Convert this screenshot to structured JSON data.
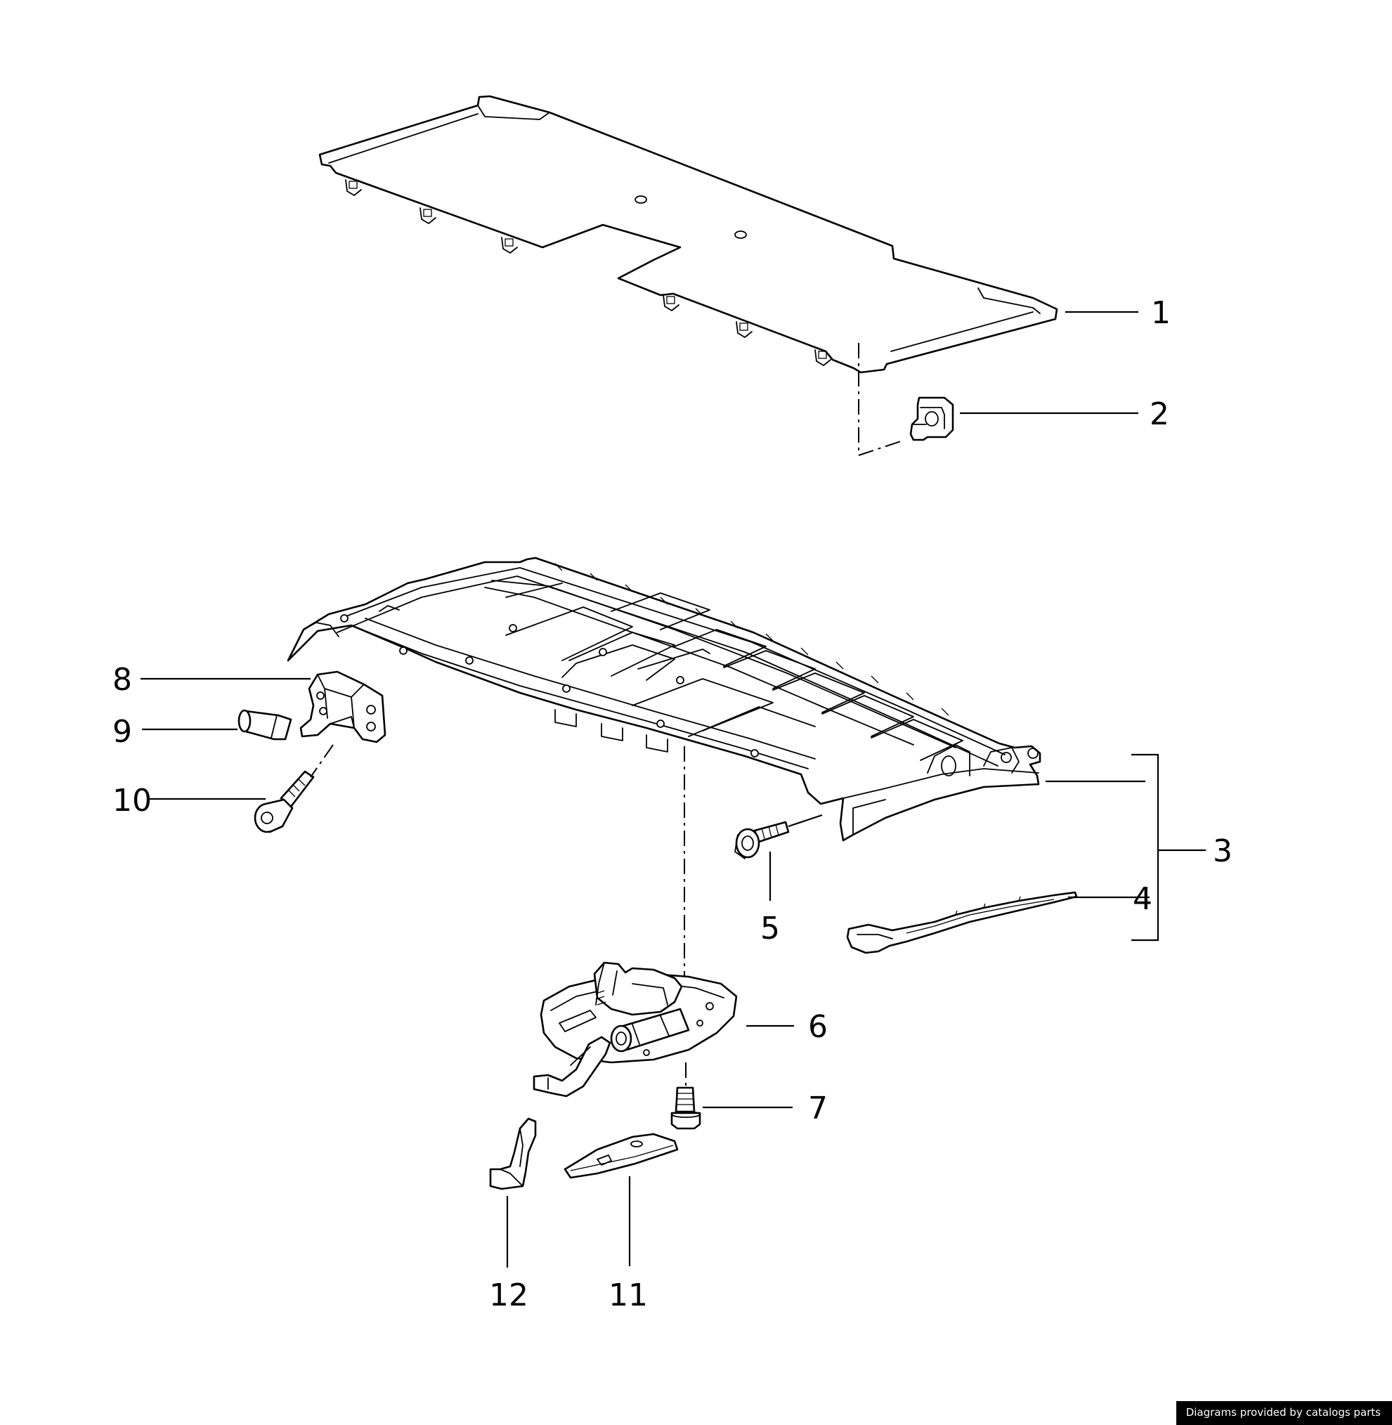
{
  "callouts": {
    "c1": "1",
    "c2": "2",
    "c3": "3",
    "c4": "4",
    "c5": "5",
    "c6": "6",
    "c7": "7",
    "c8": "8",
    "c9": "9",
    "c10": "10",
    "c11": "11",
    "c12": "12"
  },
  "credit": "Diagrams provided by catalogs parts",
  "colors": {
    "line": "#000000",
    "background": "#ffffff",
    "credit_bg": "#000000",
    "credit_text": "#ffffff"
  }
}
